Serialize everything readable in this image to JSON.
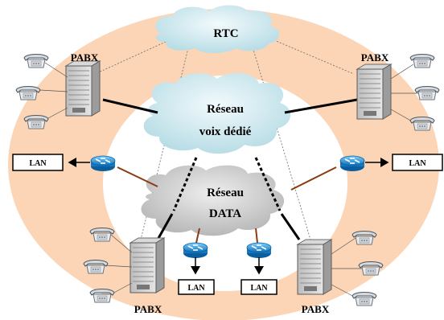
{
  "clouds": {
    "rtc": "RTC",
    "voice_line1": "Réseau",
    "voice_line2": "voix dédié",
    "data_line1": "Réseau",
    "data_line2": "DATA"
  },
  "pabx": {
    "top_left": "PABX",
    "top_right": "PABX",
    "bottom_left": "PABX",
    "bottom_right": "PABX"
  },
  "lan": {
    "left": "LAN",
    "right": "LAN",
    "bottom_left": "LAN",
    "bottom_right": "LAN"
  },
  "colors": {
    "outer_ring": "#fbd5b5",
    "cloud_blue": "#cde8ee",
    "cloud_gray": "#c9c9c9",
    "router_blue": "#1e90d8",
    "brown_link": "#8b3a14"
  },
  "icons": [
    "telephone-icon",
    "pabx-server-icon",
    "router-icon",
    "arrow-icon"
  ]
}
